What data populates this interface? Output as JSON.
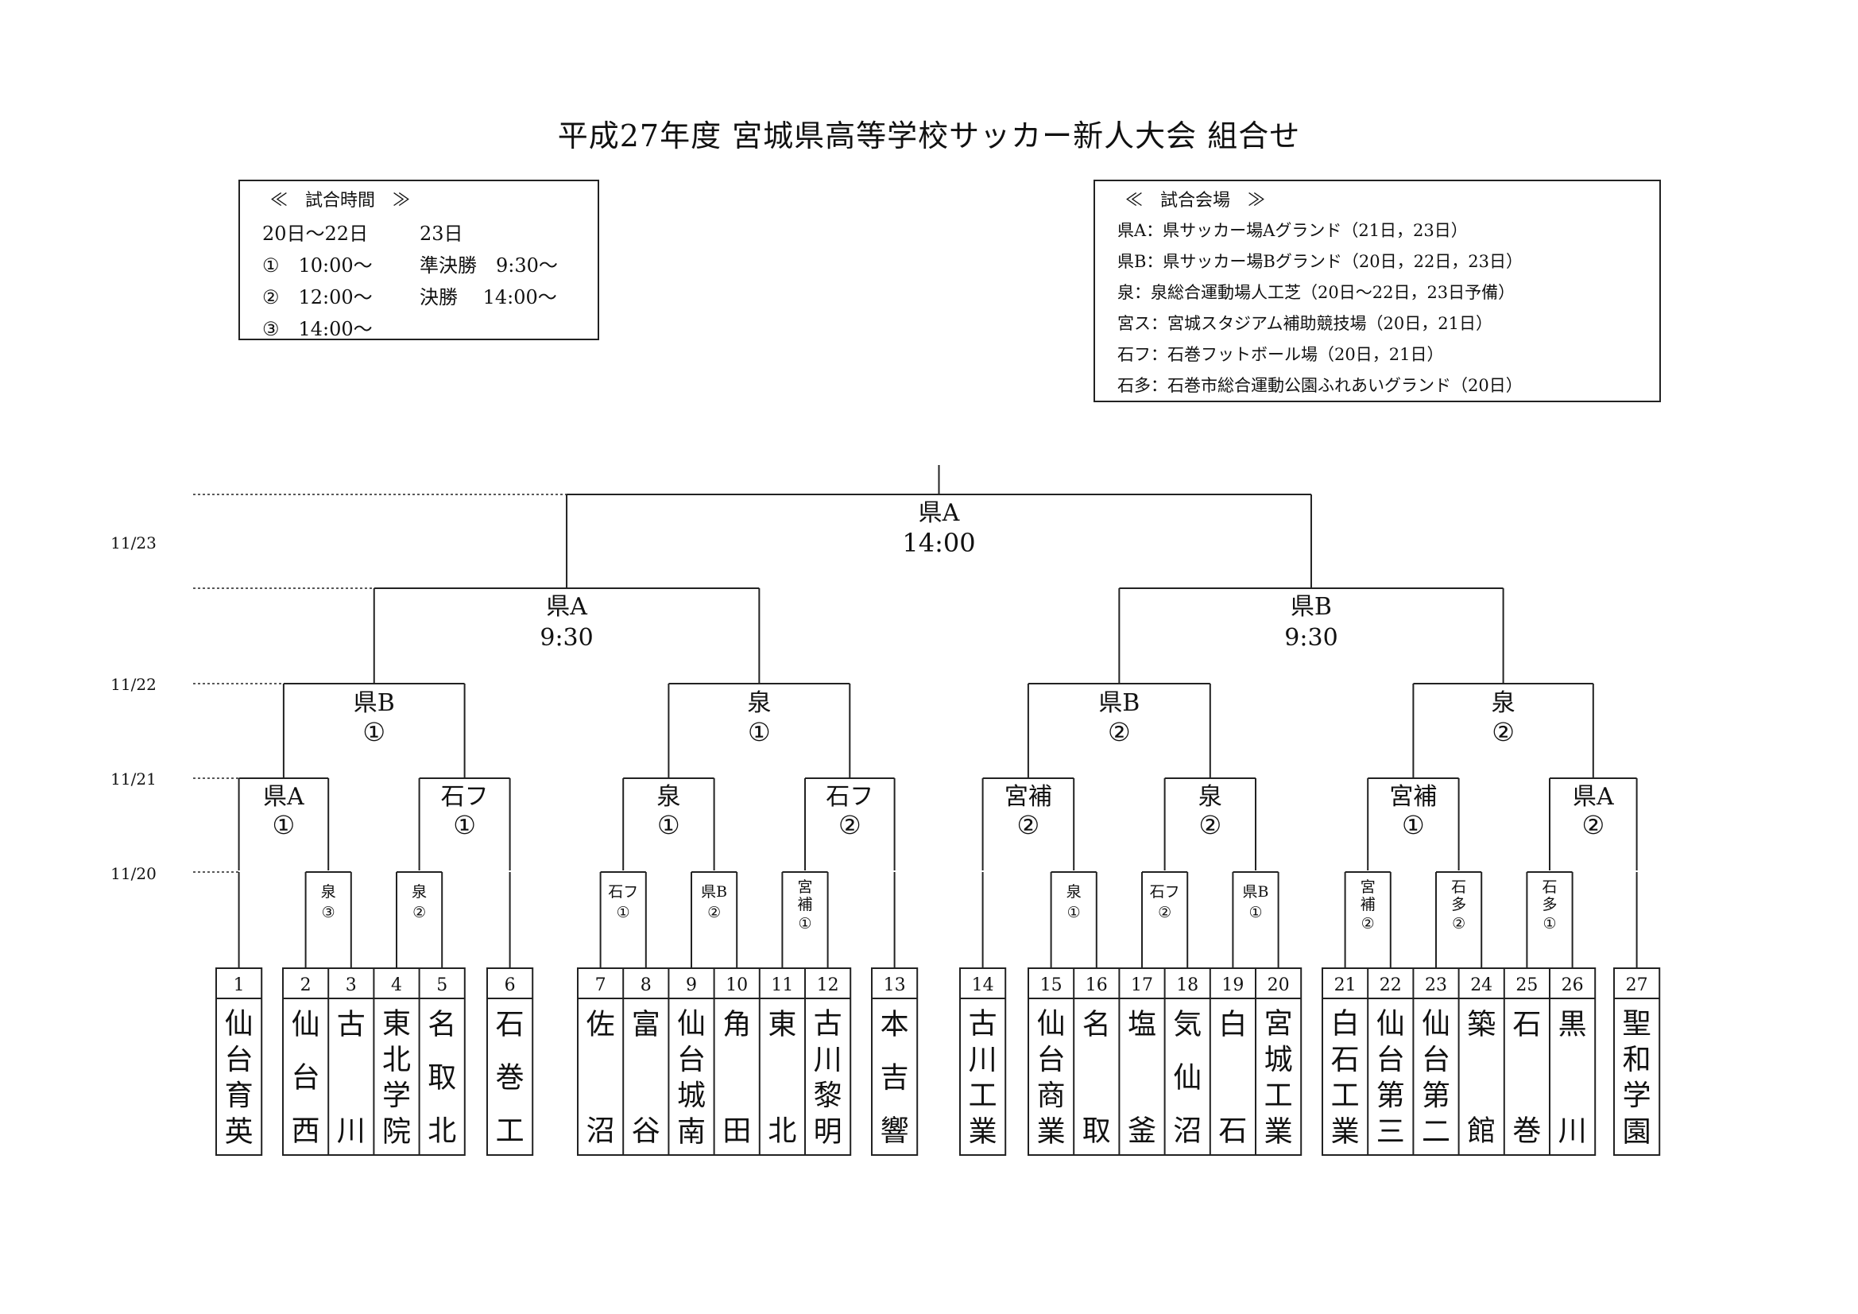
{
  "title": "平成27年度 宮城県高等学校サッカー新人大会 組合せ",
  "time_box": {
    "heading": "≪　試合時間　≫",
    "rows": [
      {
        "left": "20日～22日",
        "right": "23日"
      },
      {
        "left": "①　10:00～",
        "right": "準決勝　9:30～"
      },
      {
        "left": "②　12:00～",
        "right": "決勝　 14:00～"
      },
      {
        "left": "③　14:00～",
        "right": ""
      }
    ]
  },
  "venue_box": {
    "heading": "≪　試合会場　≫",
    "lines": [
      "県A：県サッカー場Aグランド（21日，23日）",
      "県B：県サッカー場Bグランド（20日，22日，23日）",
      "泉：泉総合運動場人工芝（20日～22日，23日予備）",
      "宮ス：宮城スタジアム補助競技場（20日，21日）",
      "石フ：石巻フットボール場（20日，21日）",
      "石多：石巻市総合運動公園ふれあいグランド（20日）"
    ]
  },
  "dates": [
    "11/23",
    "11/22",
    "11/21",
    "11/20"
  ],
  "final": {
    "venue": "県A",
    "time": "14:00"
  },
  "semis": [
    {
      "venue": "県A",
      "time": "9:30"
    },
    {
      "venue": "県B",
      "time": "9:30"
    }
  ],
  "round22": [
    {
      "venue": "県B",
      "slot": "①"
    },
    {
      "venue": "泉",
      "slot": "①"
    },
    {
      "venue": "県B",
      "slot": "②"
    },
    {
      "venue": "泉",
      "slot": "②"
    }
  ],
  "round21": [
    {
      "venue": "県A",
      "slot": "①"
    },
    {
      "venue": "石フ",
      "slot": "①"
    },
    {
      "venue": "泉",
      "slot": "①"
    },
    {
      "venue": "石フ",
      "slot": "②"
    },
    {
      "venue": "宮補",
      "slot": "②"
    },
    {
      "venue": "泉",
      "slot": "②"
    },
    {
      "venue": "宮補",
      "slot": "①"
    },
    {
      "venue": "県A",
      "slot": "②"
    }
  ],
  "round20": [
    {
      "chars": [
        "泉",
        "③"
      ]
    },
    {
      "chars": [
        "泉",
        "②"
      ]
    },
    {
      "chars": [
        "石フ",
        "①"
      ]
    },
    {
      "chars": [
        "県B",
        "②"
      ]
    },
    {
      "chars": [
        "宮",
        "補",
        "①"
      ]
    },
    {
      "chars": [
        "泉",
        "①"
      ]
    },
    {
      "chars": [
        "石フ",
        "②"
      ]
    },
    {
      "chars": [
        "県B",
        "①"
      ]
    },
    {
      "chars": [
        "宮",
        "補",
        "②"
      ]
    },
    {
      "chars": [
        "石",
        "多",
        "②"
      ]
    },
    {
      "chars": [
        "石",
        "多",
        "①"
      ]
    }
  ],
  "teams": [
    {
      "no": "1",
      "chars": [
        "仙",
        "台",
        "育",
        "英"
      ]
    },
    {
      "no": "2",
      "chars": [
        "仙",
        "台",
        "西"
      ]
    },
    {
      "no": "3",
      "chars": [
        "古",
        "川"
      ]
    },
    {
      "no": "4",
      "chars": [
        "東",
        "北",
        "学",
        "院"
      ]
    },
    {
      "no": "5",
      "chars": [
        "名",
        "取",
        "北"
      ]
    },
    {
      "no": "6",
      "chars": [
        "石",
        "巻",
        "工"
      ]
    },
    {
      "no": "7",
      "chars": [
        "佐",
        "沼"
      ]
    },
    {
      "no": "8",
      "chars": [
        "富",
        "谷"
      ]
    },
    {
      "no": "9",
      "chars": [
        "仙",
        "台",
        "城",
        "南"
      ]
    },
    {
      "no": "10",
      "chars": [
        "角",
        "田"
      ]
    },
    {
      "no": "11",
      "chars": [
        "東",
        "北"
      ]
    },
    {
      "no": "12",
      "chars": [
        "古",
        "川",
        "黎",
        "明"
      ]
    },
    {
      "no": "13",
      "chars": [
        "本",
        "吉",
        "響"
      ]
    },
    {
      "no": "14",
      "chars": [
        "古",
        "川",
        "工",
        "業"
      ]
    },
    {
      "no": "15",
      "chars": [
        "仙",
        "台",
        "商",
        "業"
      ]
    },
    {
      "no": "16",
      "chars": [
        "名",
        "取"
      ]
    },
    {
      "no": "17",
      "chars": [
        "塩",
        "釜"
      ]
    },
    {
      "no": "18",
      "chars": [
        "気",
        "仙",
        "沼"
      ]
    },
    {
      "no": "19",
      "chars": [
        "白",
        "石"
      ]
    },
    {
      "no": "20",
      "chars": [
        "宮",
        "城",
        "工",
        "業"
      ]
    },
    {
      "no": "21",
      "chars": [
        "白",
        "石",
        "工",
        "業"
      ]
    },
    {
      "no": "22",
      "chars": [
        "仙",
        "台",
        "第",
        "三"
      ]
    },
    {
      "no": "23",
      "chars": [
        "仙",
        "台",
        "第",
        "二"
      ]
    },
    {
      "no": "24",
      "chars": [
        "築",
        "館"
      ]
    },
    {
      "no": "25",
      "chars": [
        "石",
        "巻"
      ]
    },
    {
      "no": "26",
      "chars": [
        "黒",
        "川"
      ]
    },
    {
      "no": "27",
      "chars": [
        "聖",
        "和",
        "学",
        "園"
      ]
    }
  ]
}
